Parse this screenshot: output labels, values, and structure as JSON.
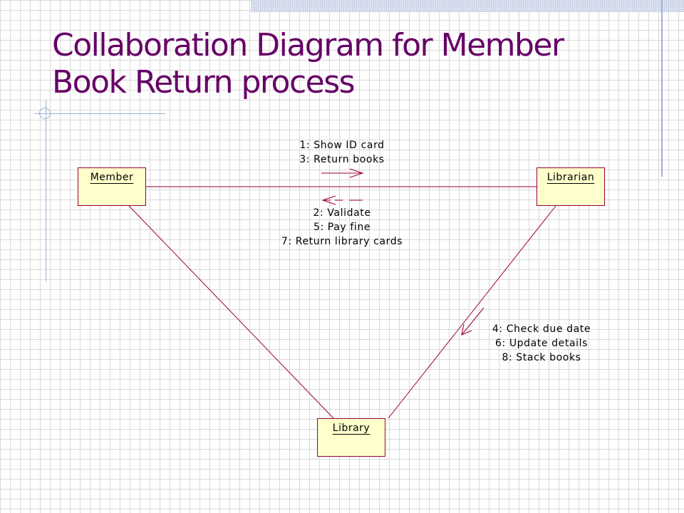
{
  "slide": {
    "title_lines": [
      "Collaboration Diagram for Member",
      "Book Return process"
    ]
  },
  "objects": {
    "member": "Member",
    "librarian": "Librarian",
    "library": "Library"
  },
  "messages": {
    "member_to_librarian": [
      "1: Show ID card",
      "3: Return books"
    ],
    "librarian_to_member": [
      "2: Validate",
      "5: Pay fine",
      "7: Return library cards"
    ],
    "librarian_to_library": [
      "4: Check due date",
      "6: Update details",
      "8: Stack books"
    ]
  },
  "colors": {
    "title": "#660066",
    "link": "#990033",
    "object_fill": "#ffffcc",
    "accent": "#9eb0d6"
  }
}
